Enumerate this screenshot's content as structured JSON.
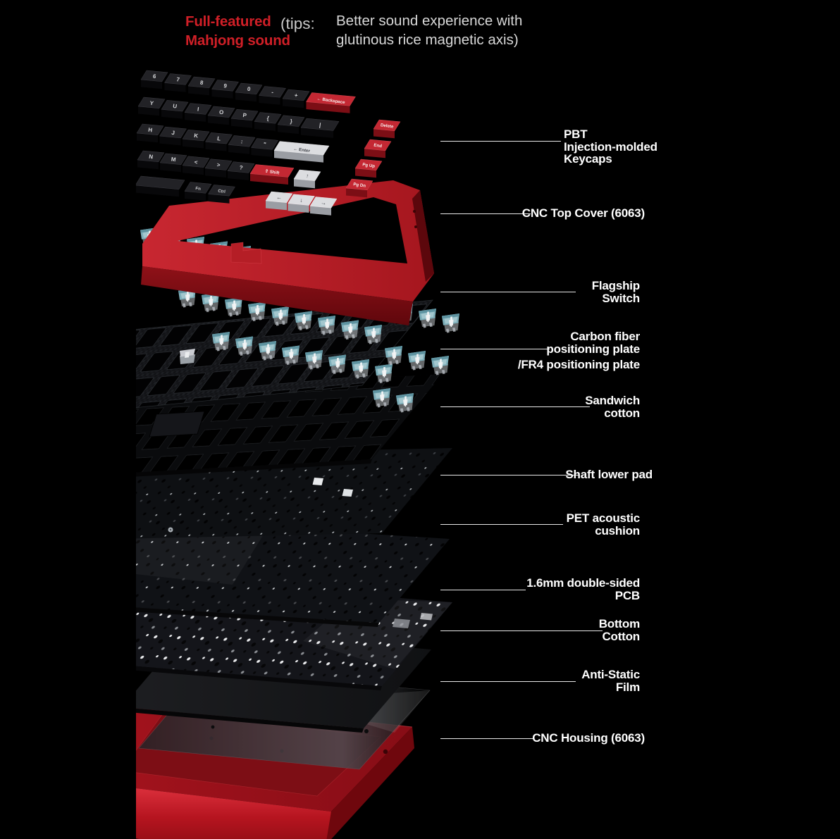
{
  "header": {
    "badge_line1": "Full-featured",
    "badge_line2": "Mahjong sound",
    "tips_prefix": "(tips:",
    "tips_line1": "Better sound experience with",
    "tips_line2": "glutinous rice magnetic axis)"
  },
  "annotations": [
    {
      "lines": [
        "PBT",
        "Injection-molded",
        "Keycaps"
      ]
    },
    {
      "lines": [
        "CNC Top Cover (6063)"
      ]
    },
    {
      "lines": [
        "Flagship",
        "Switch"
      ]
    },
    {
      "lines": [
        "Carbon fiber",
        "positioning plate",
        "/FR4 positioning plate"
      ]
    },
    {
      "lines": [
        "Sandwich",
        "cotton"
      ]
    },
    {
      "lines": [
        "Shaft lower pad"
      ]
    },
    {
      "lines": [
        "PET acoustic",
        "cushion"
      ]
    },
    {
      "lines": [
        "1.6mm double-sided",
        "PCB"
      ]
    },
    {
      "lines": [
        "Bottom",
        "Cotton"
      ]
    },
    {
      "lines": [
        "Anti-Static",
        "Film"
      ]
    },
    {
      "lines": [
        "CNC Housing (6063)"
      ]
    }
  ],
  "keyboard": {
    "r0": [
      "6",
      "7",
      "8",
      "9",
      "0",
      "-",
      "+",
      "← Backspace"
    ],
    "r1": [
      "Y",
      "U",
      "I",
      "O",
      "P",
      "{",
      "}",
      "|"
    ],
    "r2": [
      "H",
      "J",
      "K",
      "L",
      ":",
      "\"",
      "← Enter"
    ],
    "r3": [
      "N",
      "M",
      "<",
      ">",
      "?",
      "⇧ Shift",
      "↑"
    ],
    "r4": [
      "",
      "Fn",
      "Ctrl",
      "←",
      "↓",
      "→"
    ],
    "nav": [
      "Delete",
      "End",
      "Pg Up",
      "Pg Dn"
    ]
  },
  "colors": {
    "background": "#000000",
    "accent_red": "#c42833",
    "annotation_red": "#d01f27",
    "switch_teal": "#7eafba",
    "label_white": "#ffffff"
  }
}
